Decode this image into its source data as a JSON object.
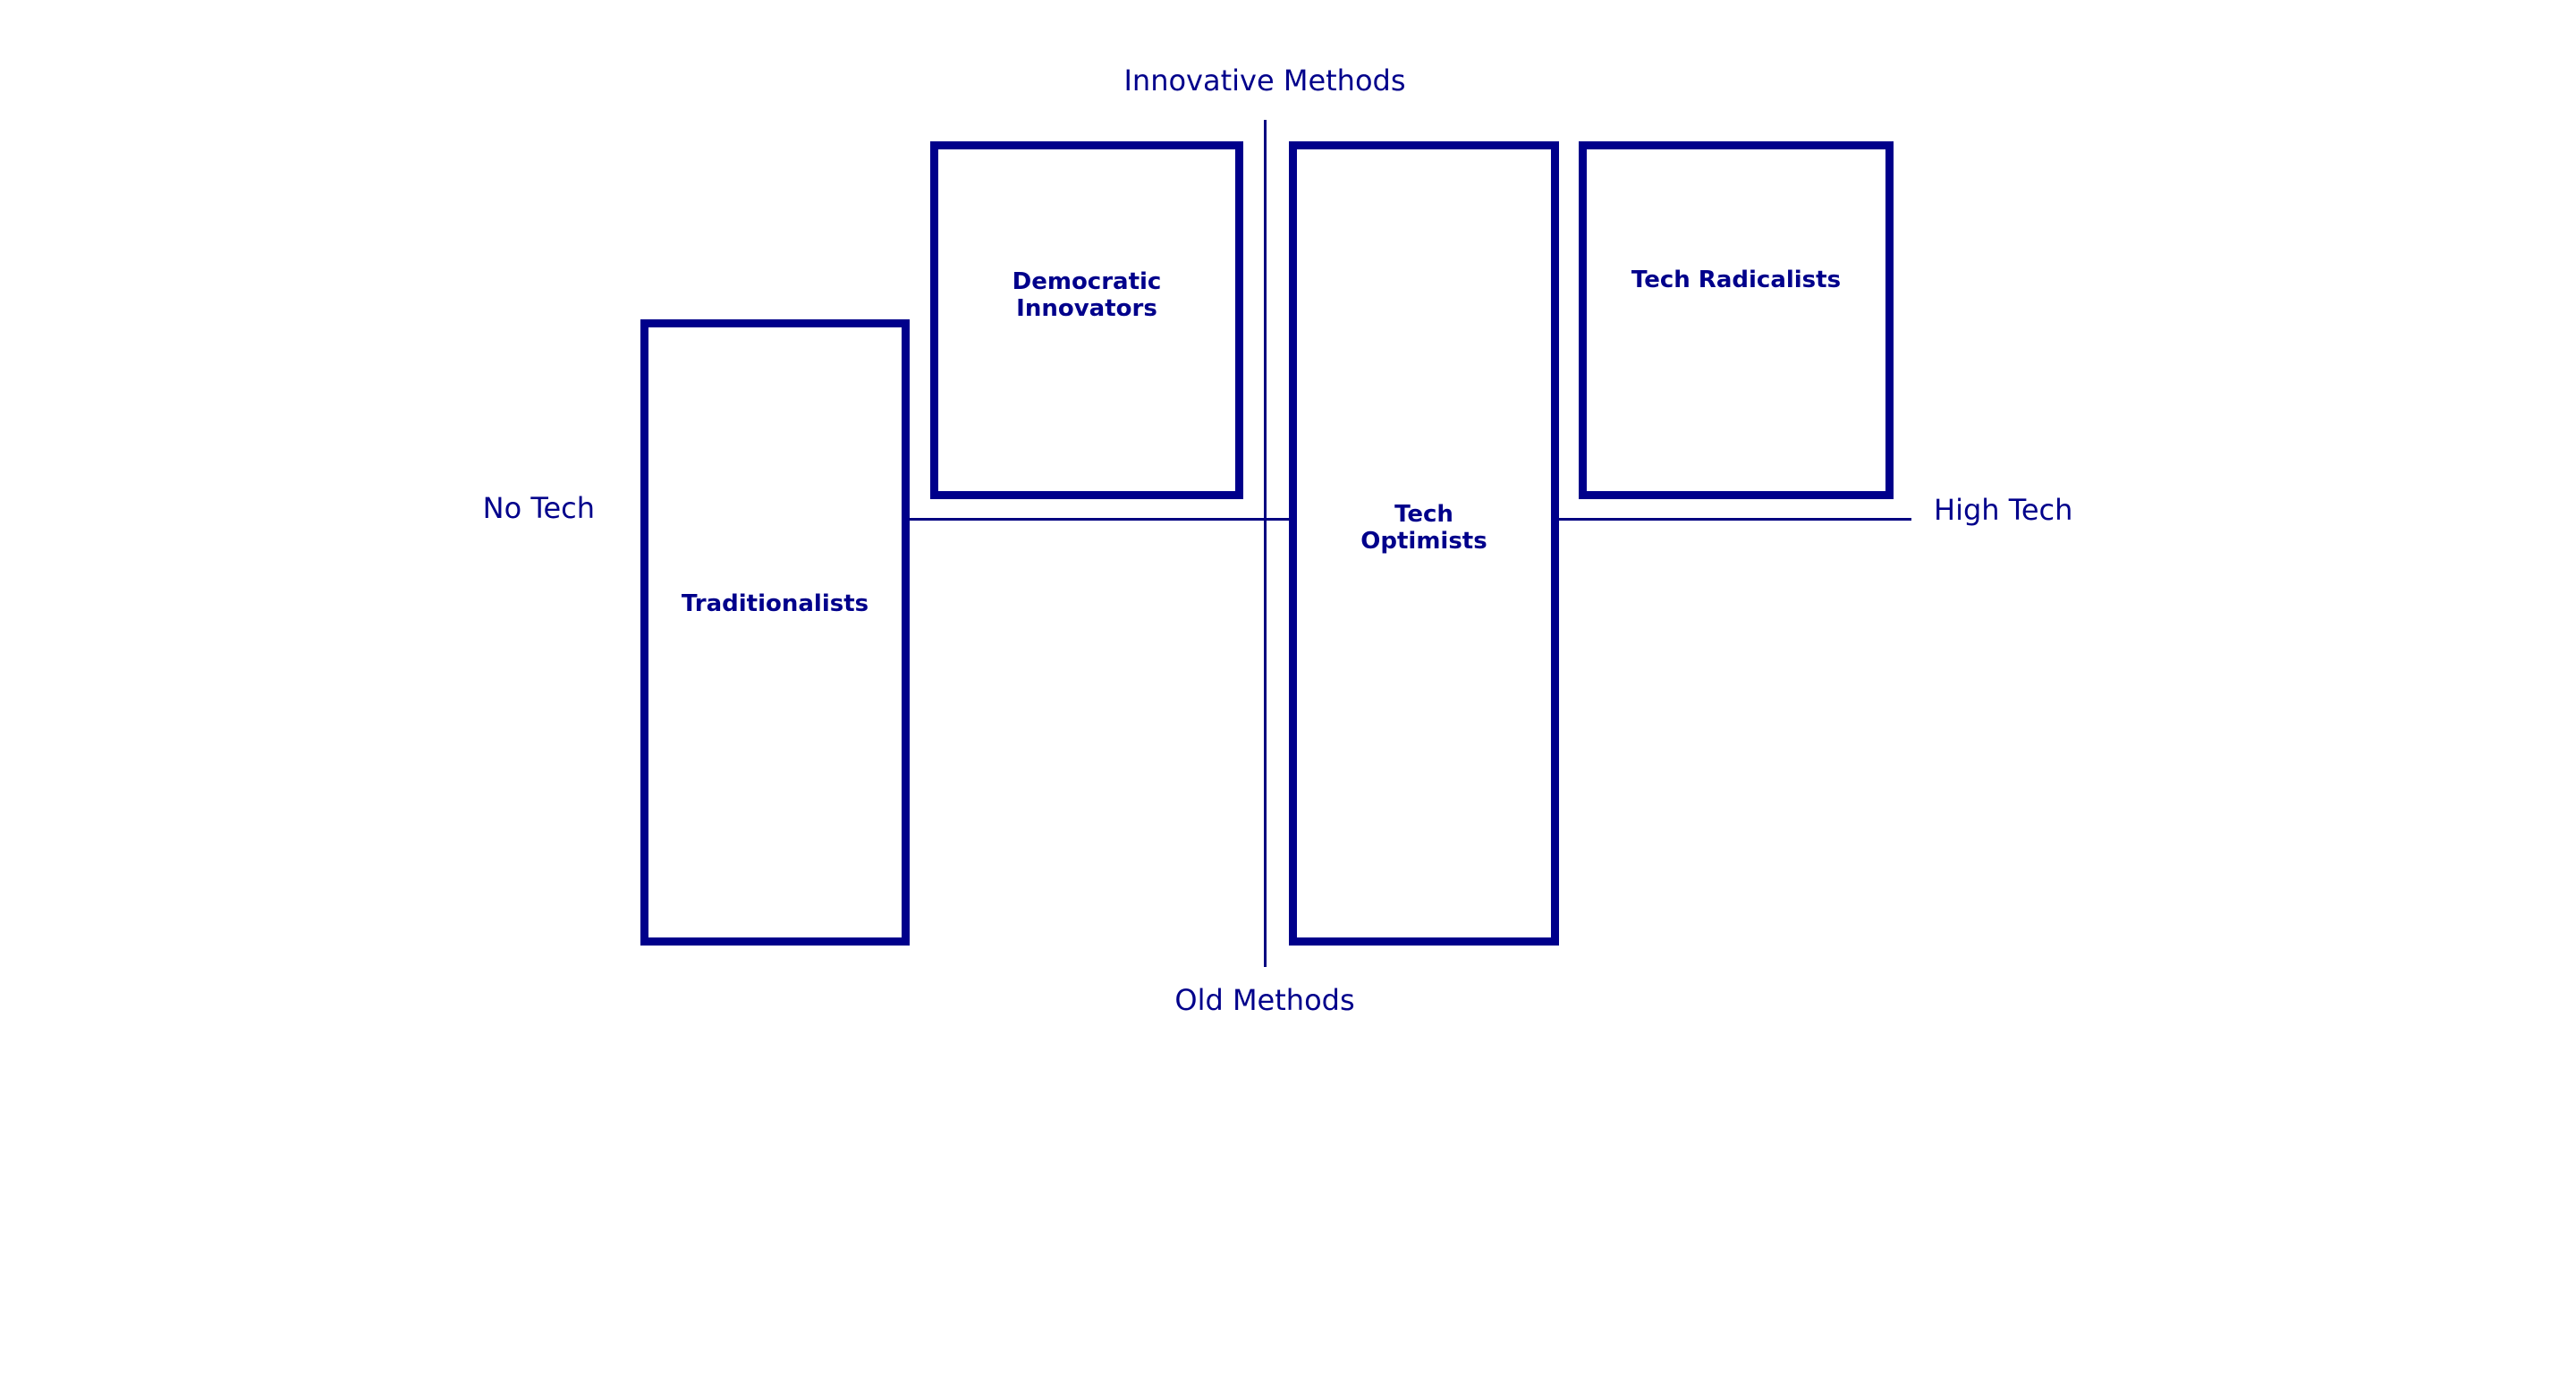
{
  "colors": {
    "background": "#FFFFFF",
    "box_border": "#00008B",
    "box_label_text": "#00008B",
    "axis_line": "#000080",
    "axis_label_text": "#00008B"
  },
  "diagram": {
    "type": "quadrant-matrix",
    "axis_labels": {
      "top": "Innovative Methods",
      "bottom": "Old Methods",
      "left": "No Tech",
      "right": "High Tech"
    },
    "boxes": [
      {
        "id": "traditionalists",
        "label": "Traditionalists"
      },
      {
        "id": "democratic-innovators",
        "label": "Democratic\nInnovators"
      },
      {
        "id": "tech-optimists",
        "label": "Tech\nOptimists"
      },
      {
        "id": "tech-radicalists",
        "label": "Tech Radicalists"
      }
    ]
  }
}
